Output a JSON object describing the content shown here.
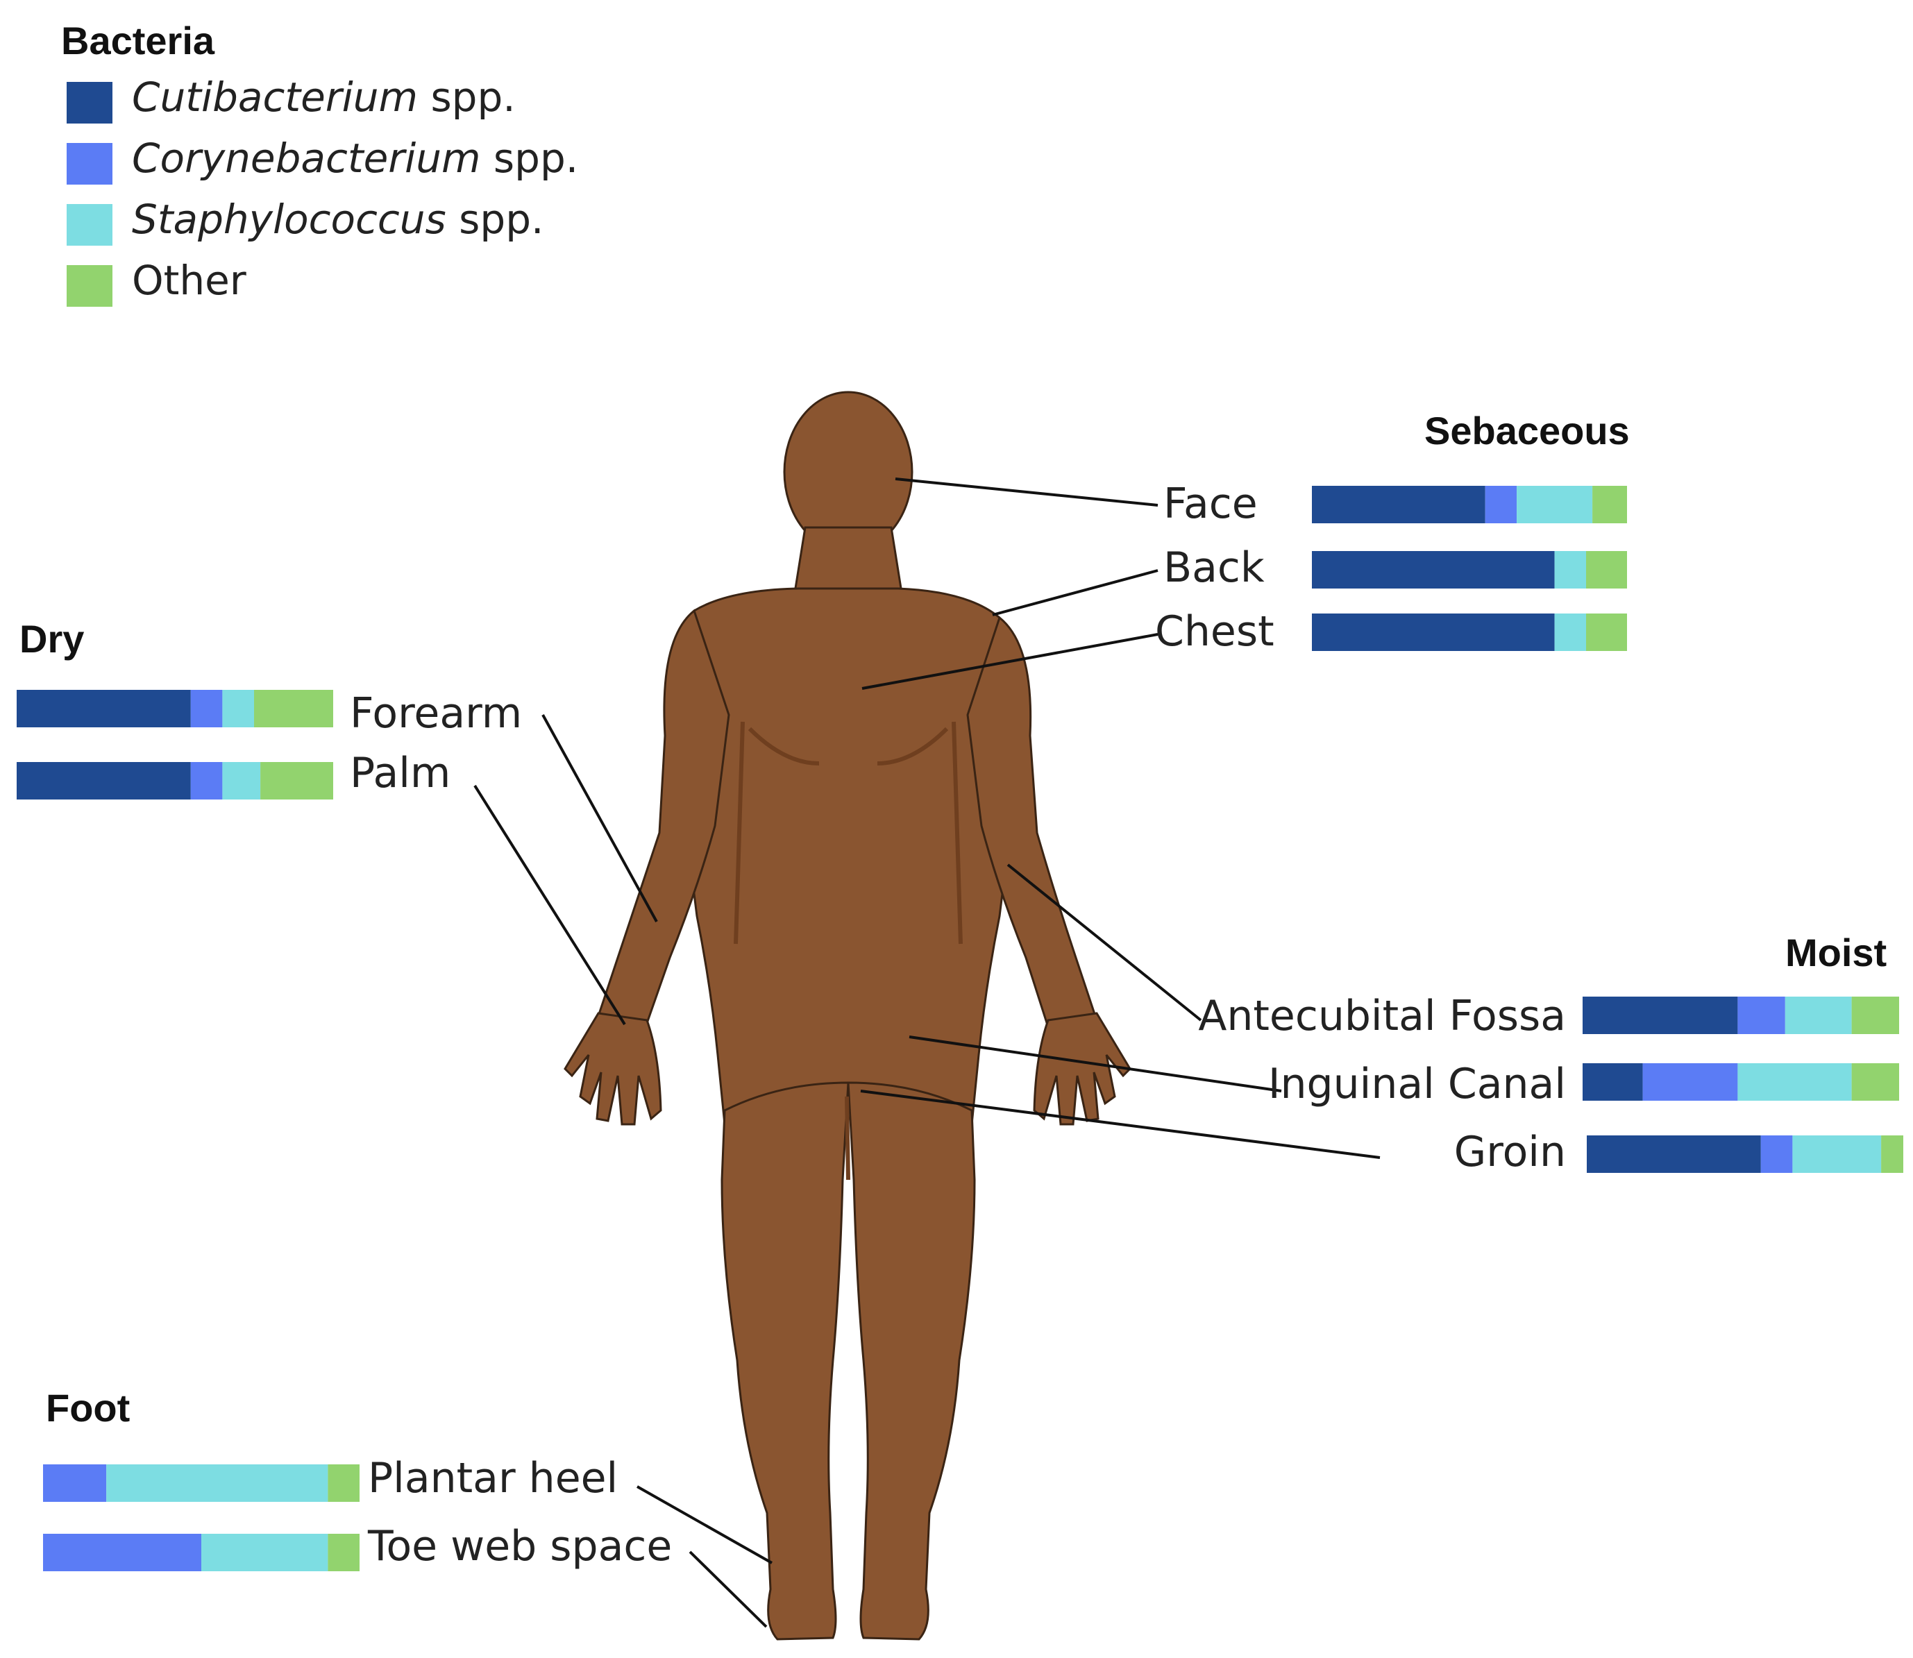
{
  "legend": {
    "title": "Bacteria",
    "items": [
      {
        "name_italic": "Cutibacterium",
        "suffix": " spp.",
        "color": "#1f4a91"
      },
      {
        "name_italic": "Corynebacterium",
        "suffix": " spp.",
        "color": "#5b7cf5"
      },
      {
        "name_italic": "Staphylococcus",
        "suffix": " spp.",
        "color": "#7ddde2"
      },
      {
        "name_italic": "",
        "suffix": "Other",
        "color": "#92d36e"
      }
    ]
  },
  "colors": {
    "skin": "#8a5530",
    "skin_shadow": "#6f3f1f",
    "outline": "#3a2414",
    "leader": "#111111"
  },
  "chart_data": {
    "type": "bar",
    "orientation": "horizontal",
    "stacked": true,
    "normalized": true,
    "segment_order": [
      "Cutibacterium spp.",
      "Corynebacterium spp.",
      "Staphylococcus spp.",
      "Other"
    ],
    "groups": [
      {
        "name": "Sebaceous",
        "sites": [
          {
            "label": "Face",
            "values": [
              0.55,
              0.1,
              0.24,
              0.11
            ]
          },
          {
            "label": "Back",
            "values": [
              0.77,
              0.0,
              0.1,
              0.13
            ]
          },
          {
            "label": "Chest",
            "values": [
              0.77,
              0.0,
              0.1,
              0.13
            ]
          }
        ]
      },
      {
        "name": "Dry",
        "sites": [
          {
            "label": "Forearm",
            "values": [
              0.55,
              0.1,
              0.1,
              0.25
            ]
          },
          {
            "label": "Palm",
            "values": [
              0.55,
              0.1,
              0.12,
              0.23
            ]
          }
        ]
      },
      {
        "name": "Moist",
        "sites": [
          {
            "label": "Antecubital Fossa",
            "values": [
              0.49,
              0.15,
              0.21,
              0.15
            ]
          },
          {
            "label": "Inguinal Canal",
            "values": [
              0.19,
              0.3,
              0.36,
              0.15
            ]
          },
          {
            "label": "Groin",
            "values": [
              0.55,
              0.1,
              0.28,
              0.07
            ]
          }
        ]
      },
      {
        "name": "Foot",
        "sites": [
          {
            "label": "Plantar heel",
            "values": [
              0.0,
              0.2,
              0.7,
              0.1
            ]
          },
          {
            "label": "Toe web space",
            "values": [
              0.0,
              0.5,
              0.4,
              0.1
            ]
          }
        ]
      }
    ]
  }
}
